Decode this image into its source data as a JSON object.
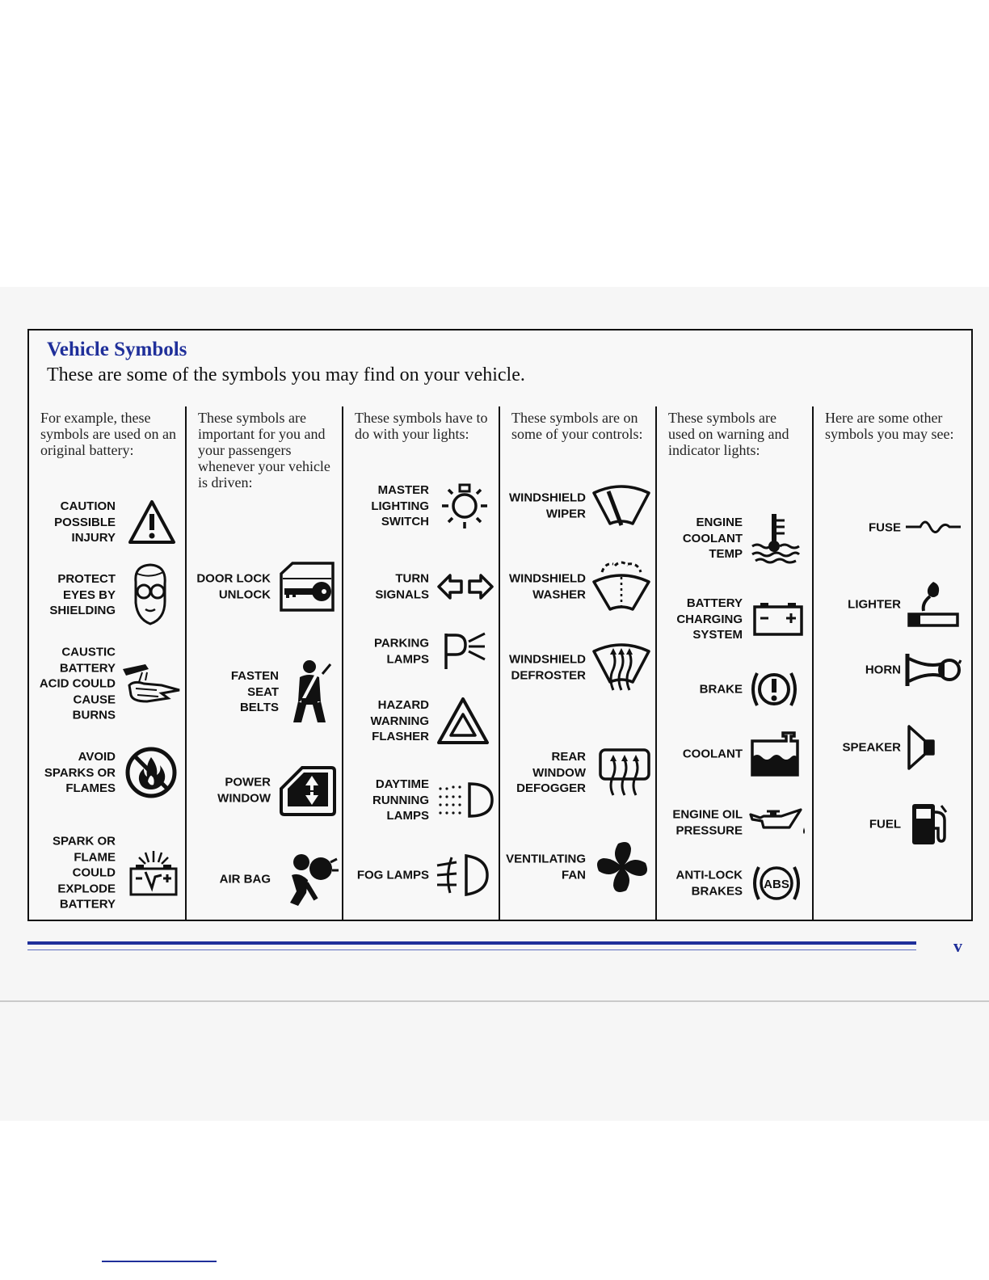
{
  "title": "Vehicle Symbols",
  "subtitle": "These are some of the symbols you may find on your vehicle.",
  "page_number": "v",
  "columns": [
    {
      "intro": "For example, these symbols are used on an original battery:",
      "items": [
        {
          "label": "CAUTION\nPOSSIBLE\nINJURY",
          "icon": "caution-triangle-icon"
        },
        {
          "label": "PROTECT\nEYES BY\nSHIELDING",
          "icon": "goggles-face-icon"
        },
        {
          "label": "CAUSTIC\nBATTERY\nACID COULD\nCAUSE\nBURNS",
          "icon": "acid-hand-icon"
        },
        {
          "label": "AVOID\nSPARKS OR\nFLAMES",
          "icon": "no-flame-icon"
        },
        {
          "label": "SPARK OR\nFLAME\nCOULD\nEXPLODE\nBATTERY",
          "icon": "exploding-battery-icon"
        }
      ]
    },
    {
      "intro": "These symbols are important for you and your passengers whenever your vehicle is driven:",
      "items": [
        {
          "label": "DOOR LOCK\nUNLOCK",
          "icon": "door-lock-key-icon"
        },
        {
          "label": "FASTEN\nSEAT\nBELTS",
          "icon": "seat-belt-icon"
        },
        {
          "label": "POWER\nWINDOW",
          "icon": "power-window-icon"
        },
        {
          "label": "AIR BAG",
          "icon": "air-bag-icon"
        }
      ]
    },
    {
      "intro": "These symbols have to do with your lights:",
      "items": [
        {
          "label": "MASTER\nLIGHTING\nSWITCH",
          "icon": "master-lighting-icon"
        },
        {
          "label": "TURN\nSIGNALS",
          "icon": "turn-signal-arrows-icon"
        },
        {
          "label": "PARKING\nLAMPS",
          "icon": "parking-lamps-icon"
        },
        {
          "label": "HAZARD\nWARNING\nFLASHER",
          "icon": "hazard-triangle-icon"
        },
        {
          "label": "DAYTIME\nRUNNING\nLAMPS",
          "icon": "daytime-running-lamps-icon"
        },
        {
          "label": "FOG LAMPS",
          "icon": "fog-lamps-icon"
        }
      ]
    },
    {
      "intro": "These symbols are on some of your controls:",
      "items": [
        {
          "label": "WINDSHIELD\nWIPER",
          "icon": "windshield-wiper-icon"
        },
        {
          "label": "WINDSHIELD\nWASHER",
          "icon": "windshield-washer-icon"
        },
        {
          "label": "WINDSHIELD\nDEFROSTER",
          "icon": "windshield-defroster-icon"
        },
        {
          "label": "REAR\nWINDOW\nDEFOGGER",
          "icon": "rear-defogger-icon"
        },
        {
          "label": "VENTILATING\nFAN",
          "icon": "fan-icon"
        }
      ]
    },
    {
      "intro": "These symbols are used on warning and indicator lights:",
      "items": [
        {
          "label": "ENGINE\nCOOLANT\nTEMP",
          "icon": "coolant-temp-icon"
        },
        {
          "label": "BATTERY\nCHARGING\nSYSTEM",
          "icon": "battery-icon"
        },
        {
          "label": "BRAKE",
          "icon": "brake-warning-icon"
        },
        {
          "label": "COOLANT",
          "icon": "coolant-reservoir-icon"
        },
        {
          "label": "ENGINE OIL\nPRESSURE",
          "icon": "oil-can-icon"
        },
        {
          "label": "ANTI-LOCK\nBRAKES",
          "icon": "abs-icon"
        }
      ]
    },
    {
      "intro": "Here are some other symbols you may see:",
      "items": [
        {
          "label": "FUSE",
          "icon": "fuse-icon"
        },
        {
          "label": "LIGHTER",
          "icon": "lighter-icon"
        },
        {
          "label": "HORN",
          "icon": "horn-icon"
        },
        {
          "label": "SPEAKER",
          "icon": "speaker-icon"
        },
        {
          "label": "FUEL",
          "icon": "fuel-pump-icon"
        }
      ]
    }
  ]
}
